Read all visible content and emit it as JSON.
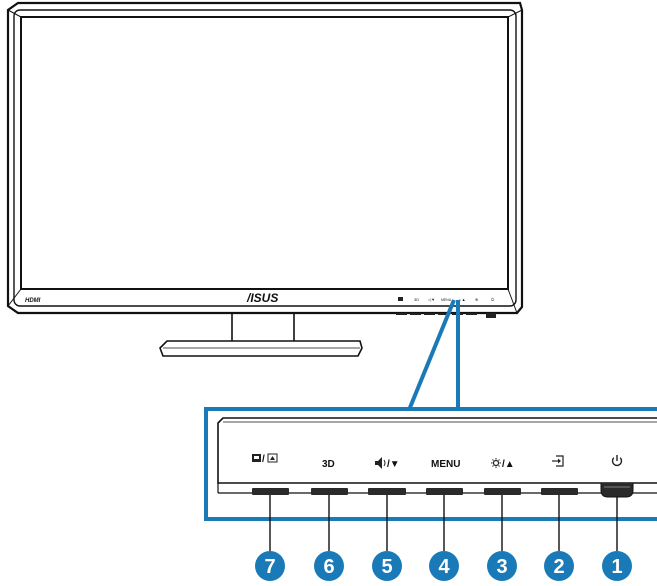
{
  "monitor": {
    "brand_logo": "/ISUS",
    "hdmi_logo": "HDMI",
    "bezel_labels": [
      "3D",
      "MENU"
    ]
  },
  "panel": {
    "buttons": [
      {
        "id": "7",
        "label": "",
        "icon": "mode-select-icon"
      },
      {
        "id": "6",
        "label": "3D",
        "icon": ""
      },
      {
        "id": "5",
        "label": "/▼",
        "icon": "speaker-icon"
      },
      {
        "id": "4",
        "label": "MENU",
        "icon": ""
      },
      {
        "id": "3",
        "label": "/▲",
        "icon": "brightness-icon"
      },
      {
        "id": "2",
        "label": "",
        "icon": "input-select-icon"
      },
      {
        "id": "1",
        "label": "",
        "icon": "power-icon"
      }
    ]
  },
  "callouts": [
    "7",
    "6",
    "5",
    "4",
    "3",
    "2",
    "1"
  ],
  "colors": {
    "accent": "#1a7ab8",
    "outline": "#111111",
    "button_fill": "#2a2a2a"
  }
}
